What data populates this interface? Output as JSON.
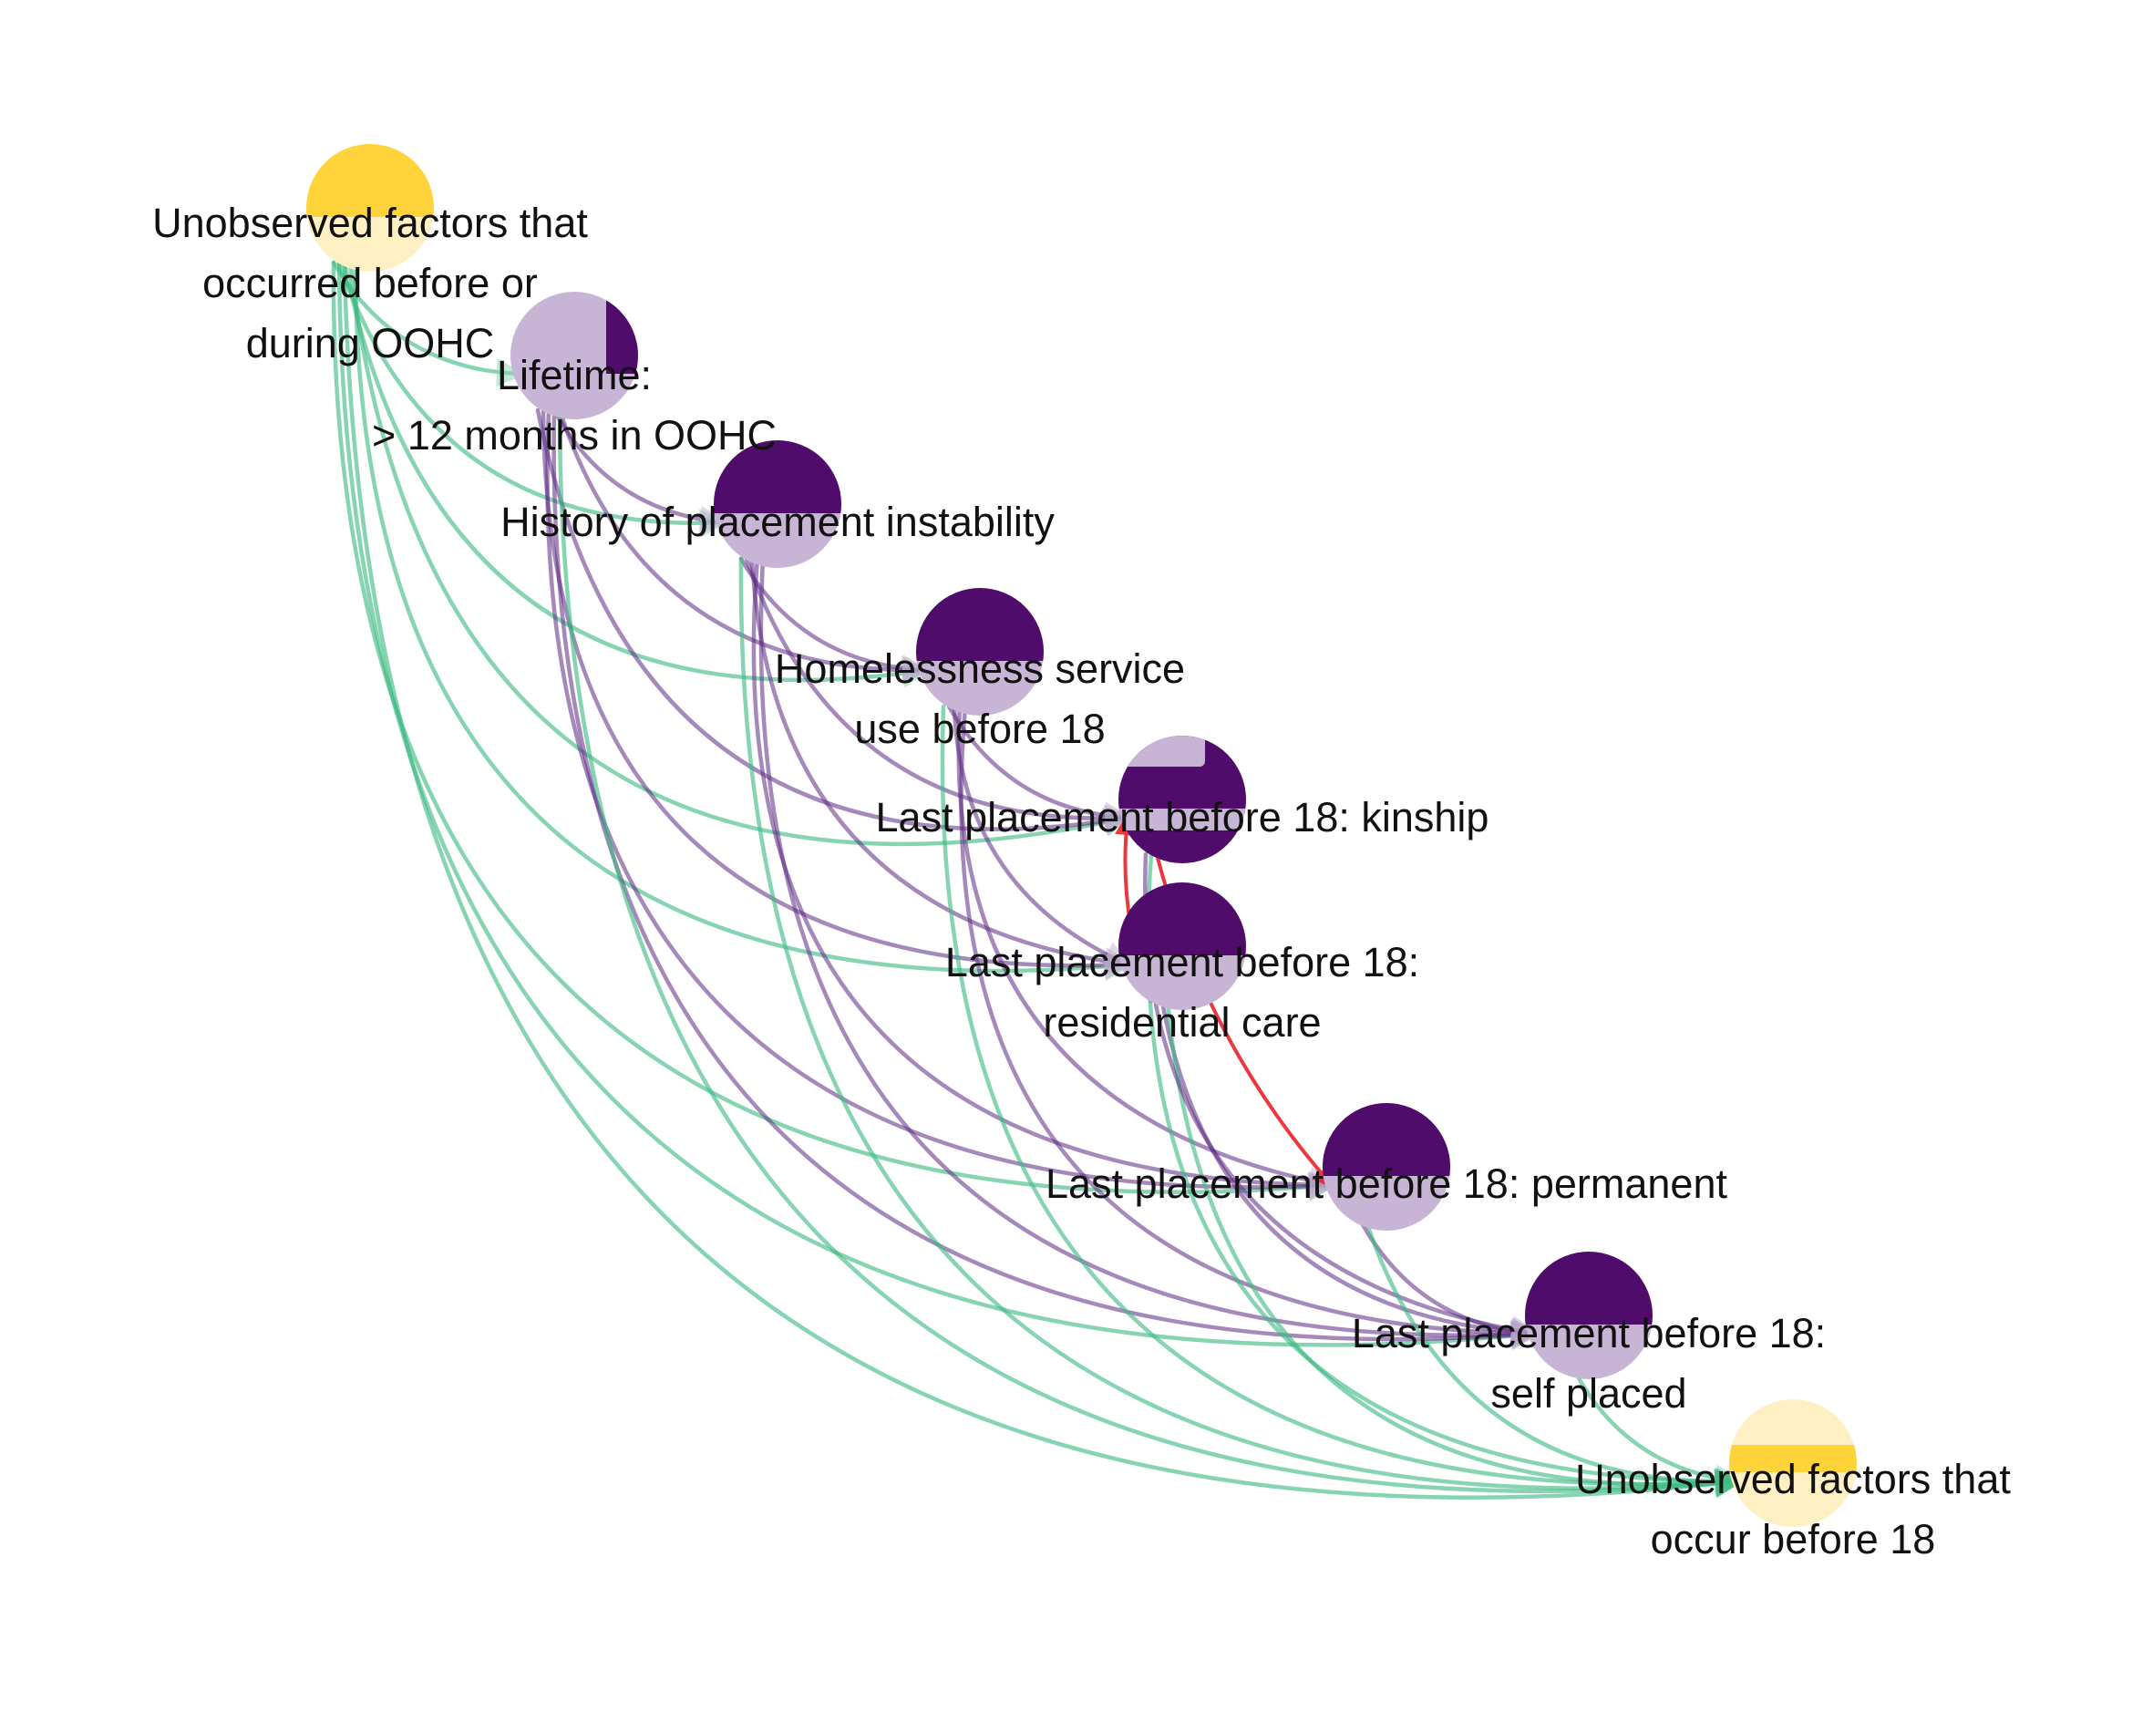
{
  "colors": {
    "unobserved_dark": "#ffd43b",
    "unobserved_light": "#fff0c4",
    "observed_dark": "#4f0c6b",
    "observed_light": "#c8b4d4",
    "edge_unobserved": "#3dbb82",
    "edge_observed": "#5e2a84",
    "edge_highlight": "#e8232a"
  },
  "nodes": [
    {
      "id": "u_oohc",
      "lines": [
        "Unobserved factors that",
        "occurred before or",
        "during OOHC"
      ],
      "type": "unobserved",
      "shade": "top-dark"
    },
    {
      "id": "lifetime",
      "lines": [
        "Lifetime:",
        "> 12 months in OOHC"
      ],
      "type": "observed",
      "shade": "quarter"
    },
    {
      "id": "instability",
      "lines": [
        "History of placement instability"
      ],
      "type": "observed",
      "shade": "top-dark"
    },
    {
      "id": "homeless",
      "lines": [
        "Homelessness service",
        "use before 18"
      ],
      "type": "observed",
      "shade": "top-dark"
    },
    {
      "id": "kinship",
      "lines": [
        "Last placement before 18: kinship"
      ],
      "type": "observed",
      "shade": "notch"
    },
    {
      "id": "residential",
      "lines": [
        "Last placement before 18:",
        "residential care"
      ],
      "type": "observed",
      "shade": "top-dark"
    },
    {
      "id": "permanent",
      "lines": [
        "Last placement before 18: permanent"
      ],
      "type": "observed",
      "shade": "top-dark"
    },
    {
      "id": "self",
      "lines": [
        "Last placement before 18:",
        "self placed"
      ],
      "type": "observed",
      "shade": "top-dark"
    },
    {
      "id": "u_18",
      "lines": [
        "Unobserved factors that",
        "occur before 18"
      ],
      "type": "unobserved",
      "shade": "band"
    }
  ],
  "edges": [
    {
      "from": "u_oohc",
      "to": "lifetime",
      "kind": "unobserved"
    },
    {
      "from": "u_oohc",
      "to": "instability",
      "kind": "unobserved"
    },
    {
      "from": "u_oohc",
      "to": "homeless",
      "kind": "unobserved"
    },
    {
      "from": "u_oohc",
      "to": "kinship",
      "kind": "unobserved"
    },
    {
      "from": "u_oohc",
      "to": "residential",
      "kind": "unobserved"
    },
    {
      "from": "u_oohc",
      "to": "permanent",
      "kind": "unobserved"
    },
    {
      "from": "u_oohc",
      "to": "self",
      "kind": "unobserved"
    },
    {
      "from": "u_oohc",
      "to": "u_18",
      "kind": "unobserved"
    },
    {
      "from": "lifetime",
      "to": "instability",
      "kind": "observed"
    },
    {
      "from": "lifetime",
      "to": "homeless",
      "kind": "observed"
    },
    {
      "from": "lifetime",
      "to": "kinship",
      "kind": "observed"
    },
    {
      "from": "lifetime",
      "to": "residential",
      "kind": "observed"
    },
    {
      "from": "lifetime",
      "to": "permanent",
      "kind": "observed"
    },
    {
      "from": "lifetime",
      "to": "self",
      "kind": "observed"
    },
    {
      "from": "lifetime",
      "to": "u_18",
      "kind": "unobserved"
    },
    {
      "from": "instability",
      "to": "homeless",
      "kind": "observed"
    },
    {
      "from": "instability",
      "to": "kinship",
      "kind": "observed"
    },
    {
      "from": "instability",
      "to": "residential",
      "kind": "observed"
    },
    {
      "from": "instability",
      "to": "permanent",
      "kind": "observed"
    },
    {
      "from": "instability",
      "to": "self",
      "kind": "observed"
    },
    {
      "from": "instability",
      "to": "u_18",
      "kind": "unobserved"
    },
    {
      "from": "homeless",
      "to": "kinship",
      "kind": "observed"
    },
    {
      "from": "homeless",
      "to": "residential",
      "kind": "observed"
    },
    {
      "from": "homeless",
      "to": "permanent",
      "kind": "observed"
    },
    {
      "from": "homeless",
      "to": "self",
      "kind": "observed"
    },
    {
      "from": "homeless",
      "to": "u_18",
      "kind": "unobserved"
    },
    {
      "from": "residential",
      "to": "kinship",
      "kind": "highlight"
    },
    {
      "from": "kinship",
      "to": "permanent",
      "kind": "highlight"
    },
    {
      "from": "residential",
      "to": "self",
      "kind": "observed"
    },
    {
      "from": "residential",
      "to": "u_18",
      "kind": "unobserved"
    },
    {
      "from": "kinship",
      "to": "self",
      "kind": "observed"
    },
    {
      "from": "kinship",
      "to": "u_18",
      "kind": "unobserved"
    },
    {
      "from": "permanent",
      "to": "self",
      "kind": "observed"
    },
    {
      "from": "permanent",
      "to": "u_18",
      "kind": "unobserved"
    },
    {
      "from": "self",
      "to": "u_18",
      "kind": "unobserved"
    }
  ]
}
